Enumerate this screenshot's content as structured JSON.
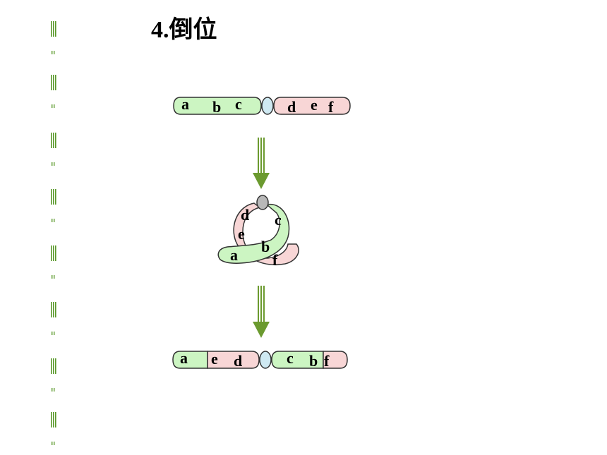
{
  "title": "4.倒位",
  "colors": {
    "green": "#ccf5c2",
    "pink": "#f8d6d6",
    "centromere": "#cfe9f2",
    "arrow": "#6b9a2f",
    "margin_bars": "#5b9a2c"
  },
  "original_chromosome": {
    "left_arm": [
      "a",
      "b",
      "c"
    ],
    "right_arm": [
      "d",
      "e",
      "f"
    ]
  },
  "loop": {
    "labels": [
      "d",
      "c",
      "e",
      "b",
      "a",
      "f"
    ]
  },
  "inverted_chromosome": {
    "left_arm": [
      "a",
      "e",
      "d"
    ],
    "right_arm": [
      "c",
      "b",
      "f"
    ]
  }
}
